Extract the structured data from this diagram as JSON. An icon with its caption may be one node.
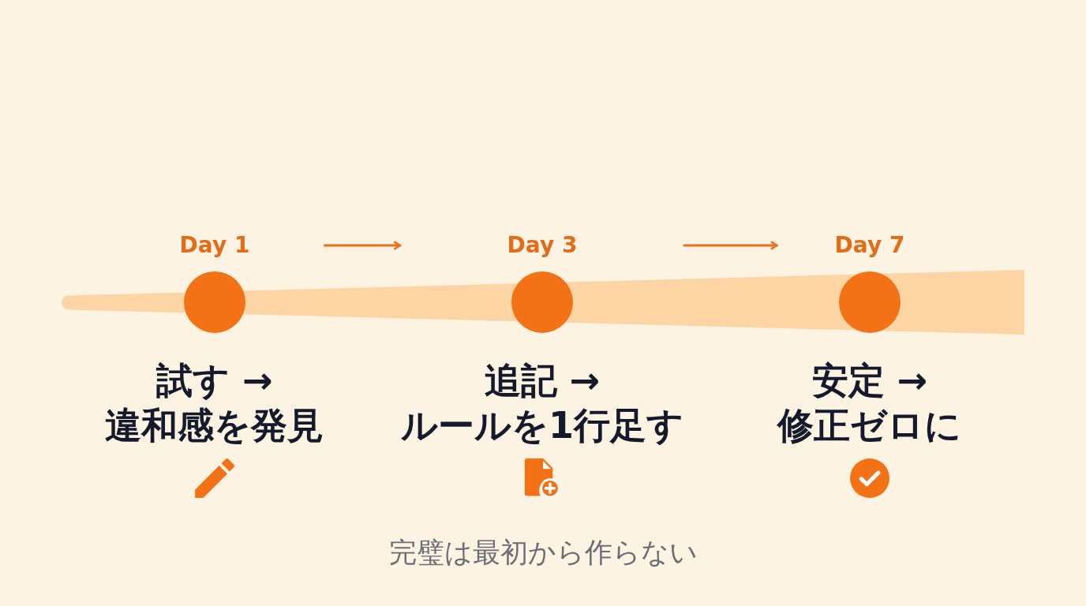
{
  "diagram": {
    "caption": "完璧は最初から作らない",
    "nodes": [
      {
        "text": [
          "Day 1",
          "試す → 違和感を発見"
        ]
      },
      {
        "text": [
          "Day 3",
          "追記 → ルールを1行足す"
        ]
      },
      {
        "text": [
          "Day 7",
          "安定 → 修正ゼロに"
        ]
      }
    ],
    "edges": [
      {
        "from": 0,
        "to": 1,
        "arrow": "to"
      },
      {
        "from": 1,
        "to": 2,
        "arrow": "to"
      }
    ]
  }
}
